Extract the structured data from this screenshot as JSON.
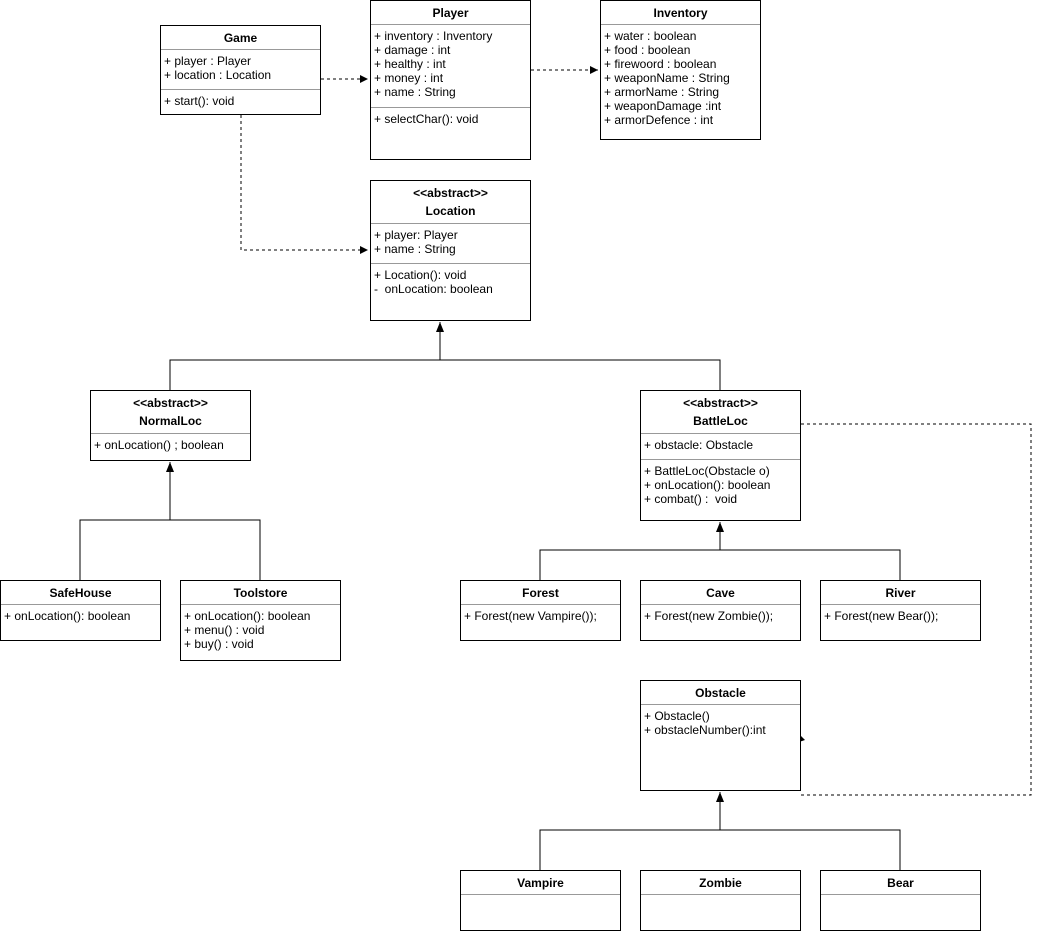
{
  "classes": {
    "game": {
      "name": "Game",
      "attributes": [
        "+ player : Player",
        "+ location : Location"
      ],
      "methods": [
        "+ start(): void"
      ]
    },
    "player": {
      "name": "Player",
      "attributes": [
        "+ inventory : Inventory",
        "+ damage : int",
        "+ healthy : int",
        "+ money : int",
        "+ name : String"
      ],
      "methods": [
        "+ selectChar(): void"
      ]
    },
    "inventory": {
      "name": "Inventory",
      "attributes": [
        "+ water : boolean",
        "+ food : boolean",
        "+ firewoord : boolean",
        "+ weaponName : String",
        "+ armorName : String",
        "+ weaponDamage :int",
        "+ armorDefence : int"
      ]
    },
    "location": {
      "stereotype": "<<abstract>>",
      "name": "Location",
      "attributes": [
        "+ player: Player",
        "+ name : String"
      ],
      "methods": [
        "+ Location(): void",
        "-  onLocation: boolean"
      ]
    },
    "normalloc": {
      "stereotype": "<<abstract>>",
      "name": "NormalLoc",
      "attributes": [
        "+ onLocation() ; boolean"
      ]
    },
    "battleloc": {
      "stereotype": "<<abstract>>",
      "name": "BattleLoc",
      "attributes": [
        "+ obstacle: Obstacle"
      ],
      "methods": [
        "+ BattleLoc(Obstacle o)",
        "+ onLocation(): boolean",
        "+ combat() :  void"
      ]
    },
    "safehouse": {
      "name": "SafeHouse",
      "attributes": [
        "+ onLocation(): boolean"
      ]
    },
    "toolstore": {
      "name": "Toolstore",
      "attributes": [
        "+ onLocation(): boolean",
        "+ menu() : void",
        "+ buy() : void"
      ]
    },
    "forest": {
      "name": "Forest",
      "attributes": [
        "+ Forest(new Vampire());"
      ]
    },
    "cave": {
      "name": "Cave",
      "attributes": [
        "+ Forest(new Zombie());"
      ]
    },
    "river": {
      "name": "River",
      "attributes": [
        "+ Forest(new Bear());"
      ]
    },
    "obstacle": {
      "name": "Obstacle",
      "attributes": [
        "+ Obstacle()",
        "+ obstacleNumber():int"
      ]
    },
    "vampire": {
      "name": "Vampire",
      "attributes": []
    },
    "zombie": {
      "name": "Zombie",
      "attributes": []
    },
    "bear": {
      "name": "Bear",
      "attributes": []
    }
  }
}
